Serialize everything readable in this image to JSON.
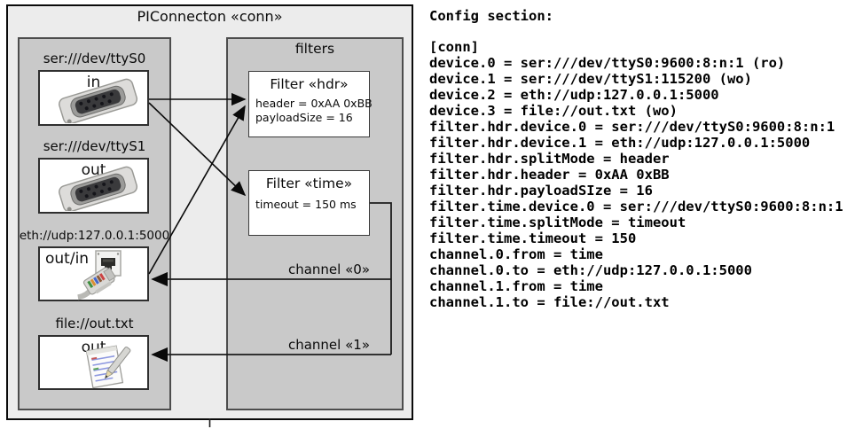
{
  "colors": {
    "outer_bg": "#ececec",
    "panel_bg": "#c9c9c9",
    "panel_border": "#4d4d4d",
    "box_border": "#2f2f2f",
    "line": "#0a0a0a"
  },
  "diagram": {
    "title": "PIConnecton «conn»",
    "filters_title": "filters",
    "devices": [
      {
        "label": "ser:///dev/ttyS0",
        "port": "in",
        "icon": "serial-connector-icon"
      },
      {
        "label": "ser:///dev/ttyS1",
        "port": "out",
        "icon": "serial-connector-icon"
      },
      {
        "label": "eth://udp:127.0.0.1:5000",
        "port": "out/in",
        "icon": "ethernet-icon"
      },
      {
        "label": "file://out.txt",
        "port": "out",
        "icon": "notepad-icon"
      }
    ],
    "filters": [
      {
        "title": "Filter «hdr»",
        "attributes": [
          "header = 0xAA 0xBB",
          "payloadSize = 16"
        ]
      },
      {
        "title": "Filter «time»",
        "attributes": [
          "timeout = 150 ms"
        ]
      }
    ],
    "channels": [
      {
        "label": "channel «0»"
      },
      {
        "label": "channel «1»"
      }
    ]
  },
  "config": {
    "heading": "Config section:",
    "lines": [
      "[conn]",
      "device.0 = ser:///dev/ttyS0:9600:8:n:1 (ro)",
      "device.1 = ser:///dev/ttyS1:115200 (wo)",
      "device.2 = eth://udp:127.0.0.1:5000",
      "device.3 = file://out.txt (wo)",
      "filter.hdr.device.0 = ser:///dev/ttyS0:9600:8:n:1",
      "filter.hdr.device.1 = eth://udp:127.0.0.1:5000",
      "filter.hdr.splitMode = header",
      "filter.hdr.header = 0xAA 0xBB",
      "filter.hdr.payloadSIze = 16",
      "filter.time.device.0 = ser:///dev/ttyS0:9600:8:n:1",
      "filter.time.splitMode = timeout",
      "filter.time.timeout = 150",
      "channel.0.from = time",
      "channel.0.to = eth://udp:127.0.0.1:5000",
      "channel.1.from = time",
      "channel.1.to = file://out.txt"
    ]
  }
}
